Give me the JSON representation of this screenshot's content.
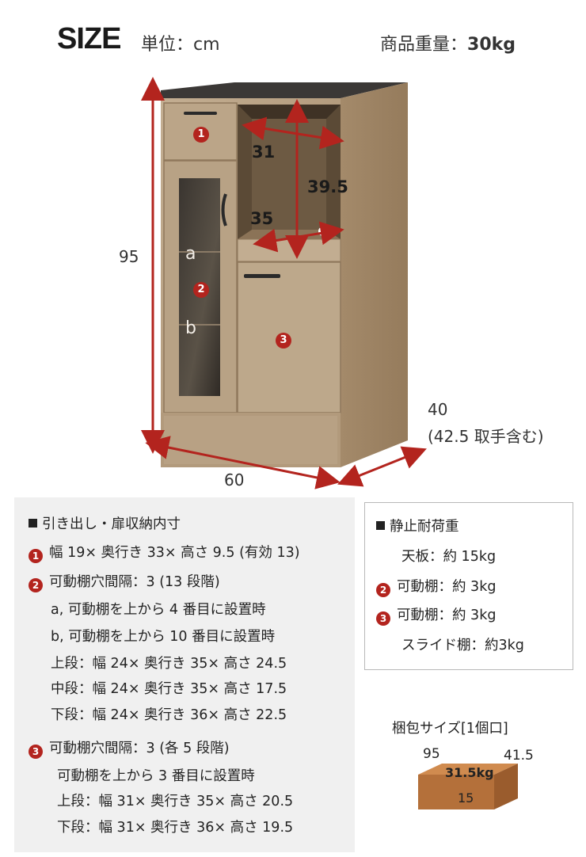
{
  "header": {
    "title": "SIZE",
    "unit": "単位：cm",
    "weight_label": "商品重量：",
    "weight_value": "30kg"
  },
  "dimensions": {
    "height": "95",
    "width": "60",
    "depth": "40",
    "depth_note": "(42.5 取手含む)",
    "inner_width": "31",
    "inner_height": "39.5",
    "inner_depth": "35",
    "shelf_a": "a",
    "shelf_b": "b"
  },
  "badges": {
    "one": "1",
    "two": "2",
    "three": "3"
  },
  "storage": {
    "title": "引き出し・扉収納内寸",
    "drawer": "幅 19× 奥行き 33× 高さ 9.5 (有効 13)",
    "section2_title": "可動棚穴間隔：3 (13 段階)",
    "section2_a": "a, 可動棚を上から 4 番目に設置時",
    "section2_b": "b, 可動棚を上から 10 番目に設置時",
    "section2_upper": "上段：幅 24× 奥行き 35× 高さ 24.5",
    "section2_middle": "中段：幅 24× 奥行き 35× 高さ 17.5",
    "section2_lower": "下段：幅 24× 奥行き 36× 高さ 22.5",
    "section3_title": "可動棚穴間隔：3 (各 5 段階)",
    "section3_note": "可動棚を上から 3 番目に設置時",
    "section3_upper": "上段：幅 31× 奥行き 35× 高さ 20.5",
    "section3_lower": "下段：幅 31× 奥行き 36× 高さ 19.5"
  },
  "load": {
    "title": "静止耐荷重",
    "top": "天板：約 15kg",
    "shelf2": "可動棚：約 3kg",
    "shelf3": "可動棚：約 3kg",
    "slide": "スライド棚：約3kg"
  },
  "package": {
    "title": "梱包サイズ[1個口]",
    "width": "95",
    "depth": "41.5",
    "weight": "31.5kg",
    "height": "15"
  },
  "colors": {
    "accent_red": "#b3241e",
    "wood": "#b9a386",
    "box": "#b4703a"
  }
}
